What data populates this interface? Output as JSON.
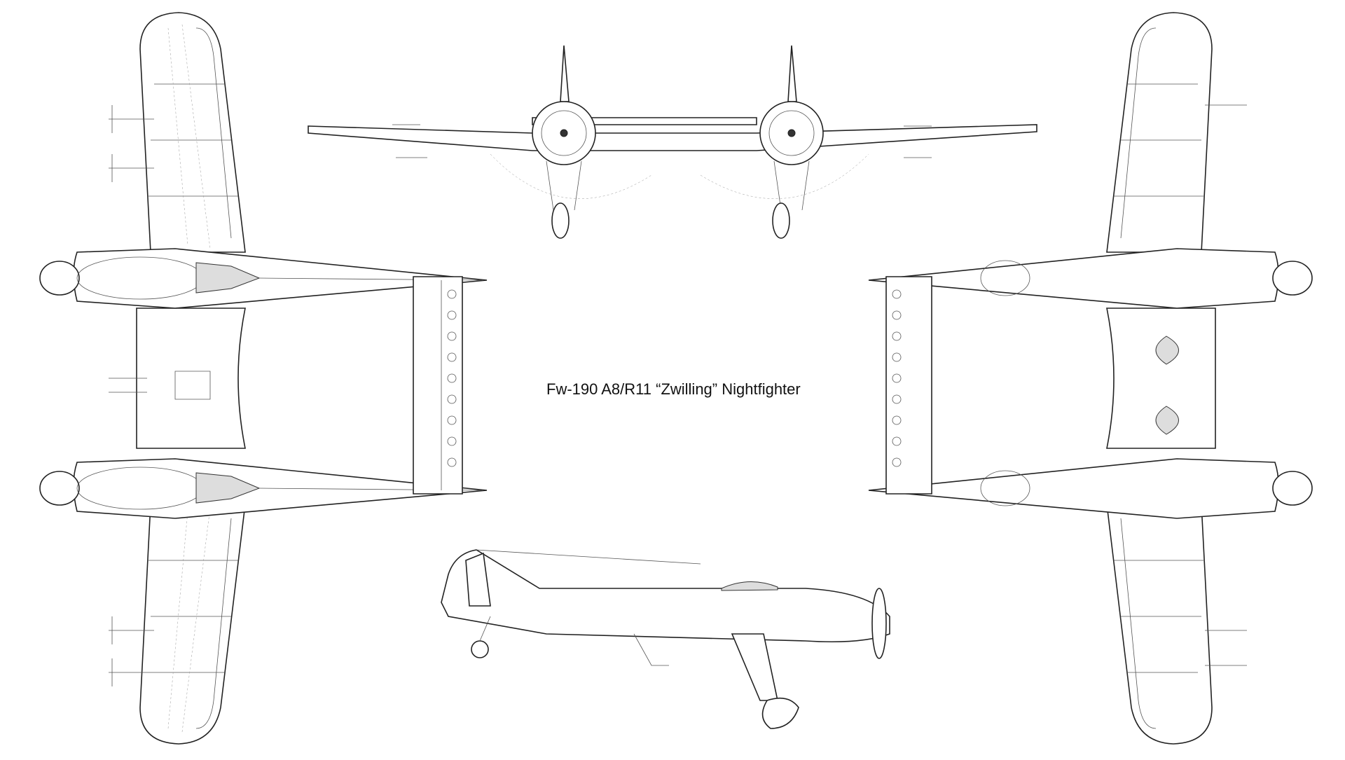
{
  "caption": "Fw-190 A8/R11 “Zwilling” Nightfighter",
  "views": [
    "top-view",
    "front-view",
    "bottom-view",
    "side-view"
  ]
}
